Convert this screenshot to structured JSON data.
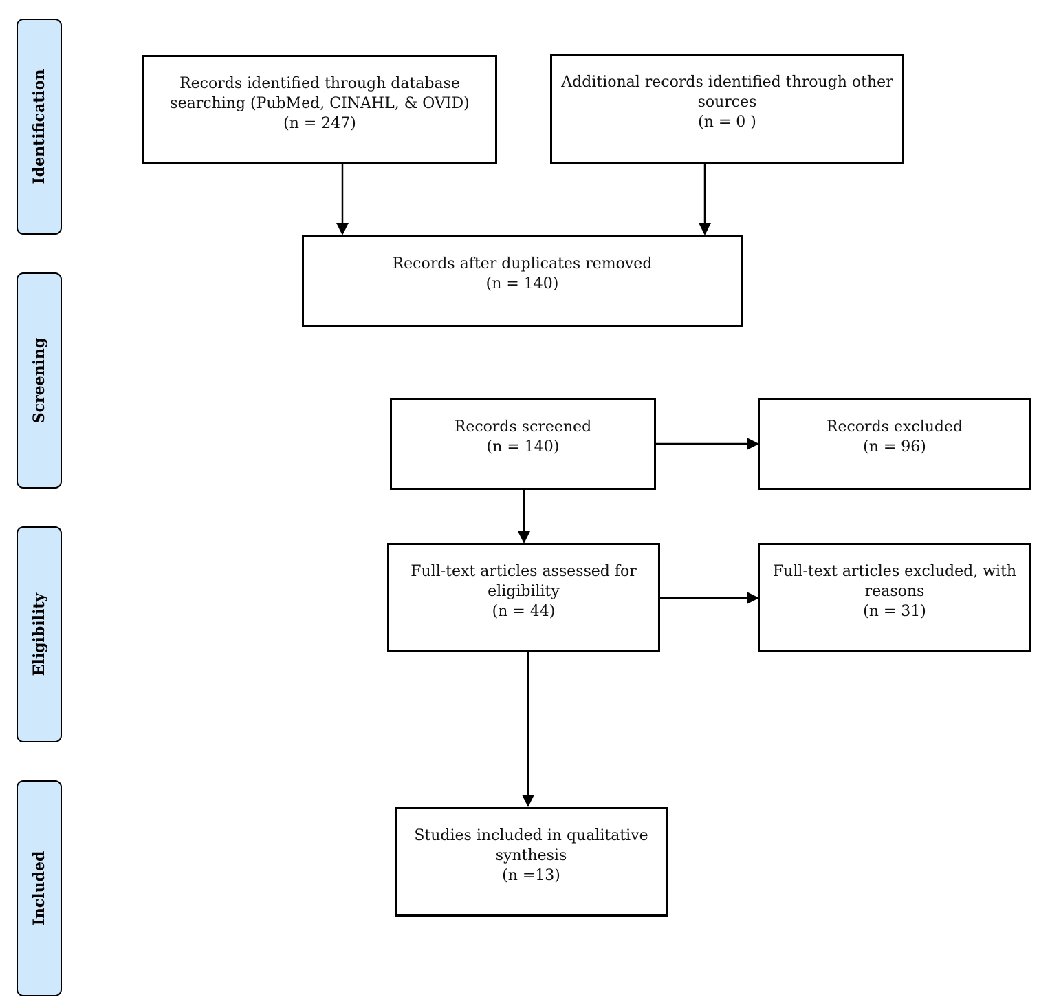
{
  "phases": {
    "identification": "Identification",
    "screening": "Screening",
    "eligibility": "Eligibility",
    "included": "Included"
  },
  "boxes": {
    "database_search": {
      "line1": "Records identified through database",
      "line2": "searching (PubMed, CINAHL, & OVID)",
      "count": "(n = 247)"
    },
    "other_sources": {
      "line1": "Additional records identified through other",
      "line2": "sources",
      "count": "(n = 0 )"
    },
    "duplicates_removed": {
      "line1": "Records after duplicates removed",
      "count": "(n = 140)"
    },
    "records_screened": {
      "line1": "Records screened",
      "count": "(n = 140)"
    },
    "records_excluded": {
      "line1": "Records excluded",
      "count": "(n = 96)"
    },
    "fulltext_assessed": {
      "line1": "Full-text articles assessed for",
      "line2": "eligibility",
      "count": "(n = 44)"
    },
    "fulltext_excluded": {
      "line1": "Full-text articles excluded, with",
      "line2": "reasons",
      "count": "(n = 31)"
    },
    "studies_included": {
      "line1": "Studies included in qualitative",
      "line2": "synthesis",
      "count": "(n =13)"
    }
  },
  "colors": {
    "phase_fill": "#cfe8fb",
    "stroke": "#000000"
  }
}
